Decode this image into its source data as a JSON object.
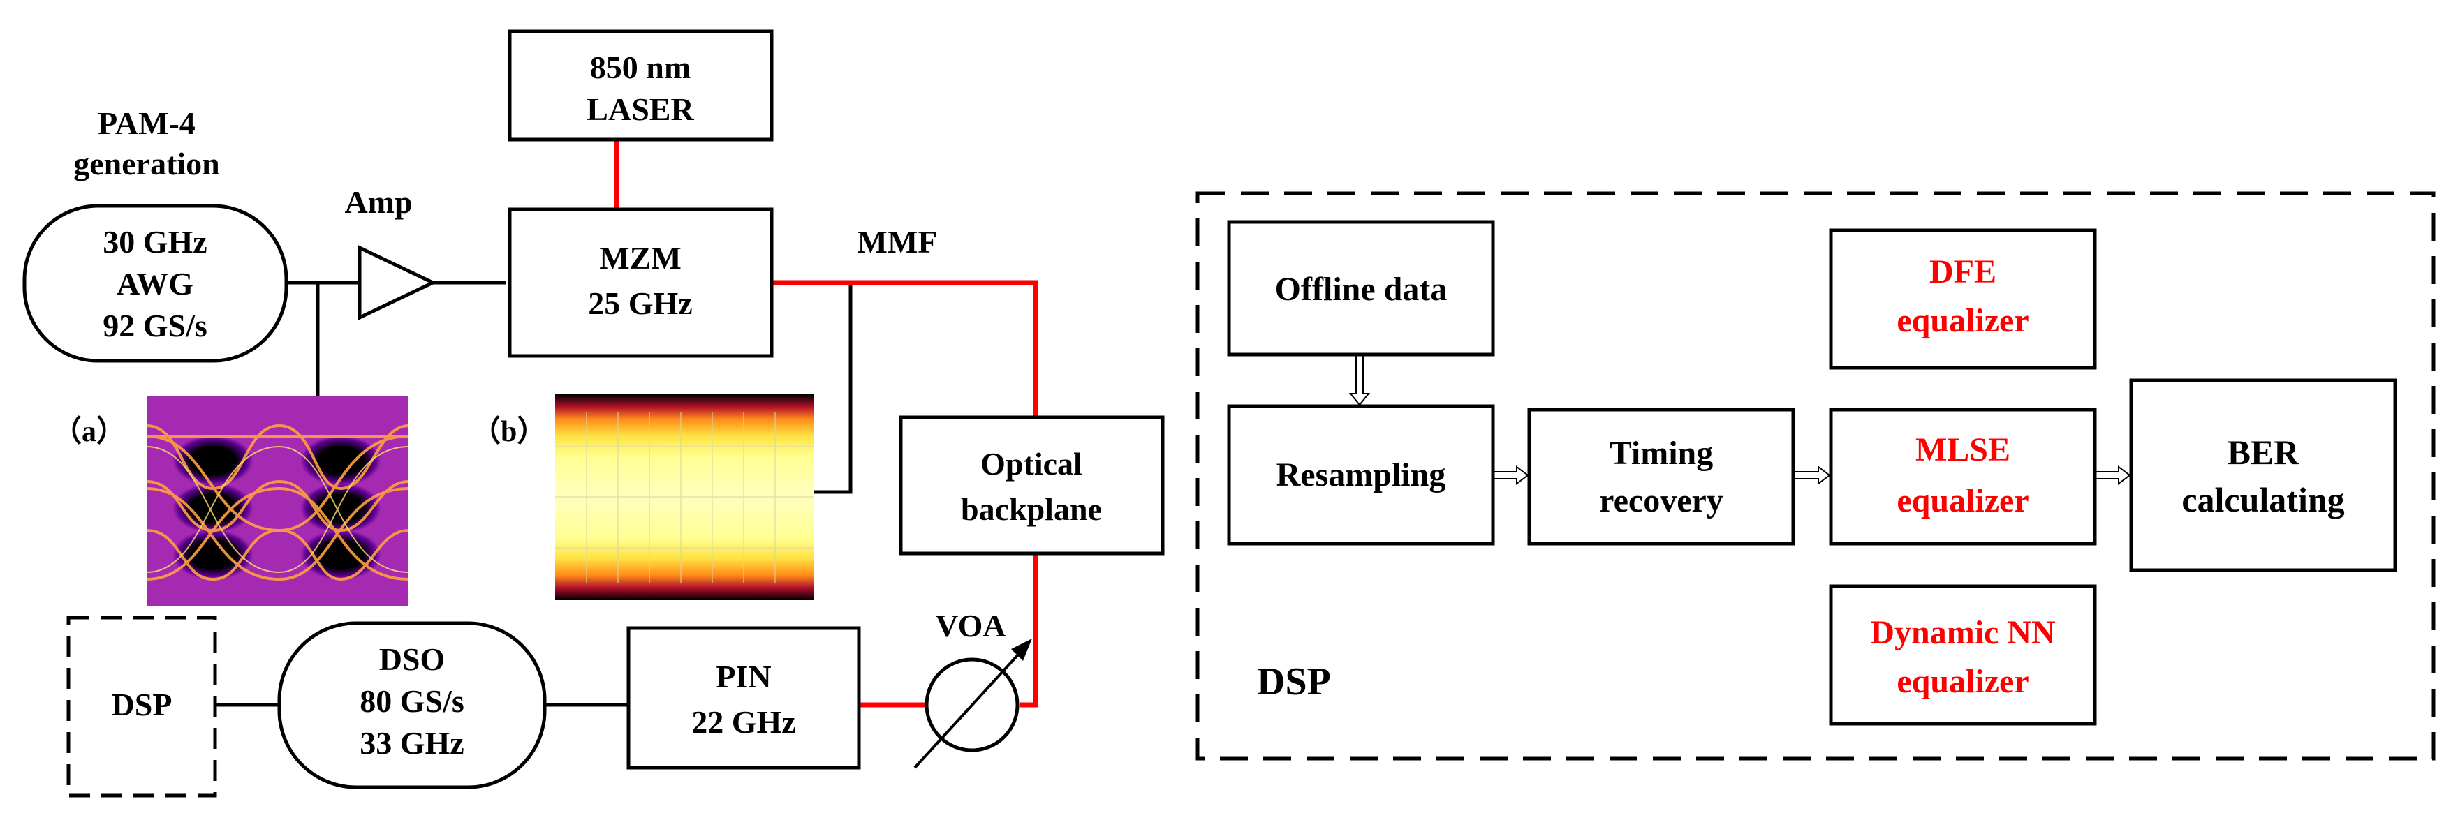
{
  "colors": {
    "stroke": "#000000",
    "optical_fiber": "#ff0000",
    "highlight_text": "#ff0000",
    "background": "#ffffff"
  },
  "labels": {
    "pam4_line1": "PAM-4",
    "pam4_line2": "generation",
    "amp": "Amp",
    "mmf": "MMF",
    "voa": "VOA",
    "eye_a": "（a）",
    "eye_b": "（b）",
    "dsp_region": "DSP"
  },
  "blocks": {
    "awg": [
      "30 GHz",
      "AWG",
      "92 GS/s"
    ],
    "laser": [
      "850 nm",
      "LASER"
    ],
    "mzm": [
      "MZM",
      "25 GHz"
    ],
    "optical_backplane": [
      "Optical",
      "backplane"
    ],
    "pin": [
      "PIN",
      "22 GHz"
    ],
    "dso": [
      "DSO",
      "80 GS/s",
      "33 GHz"
    ],
    "dsp_offline": [
      "DSP"
    ]
  },
  "dsp_flow": {
    "offline": [
      "Offline data"
    ],
    "resampling": [
      "Resampling"
    ],
    "timing": [
      "Timing",
      "recovery"
    ],
    "dfe": [
      "DFE",
      "equalizer"
    ],
    "mlse": [
      "MLSE",
      "equalizer"
    ],
    "nn": [
      "Dynamic NN",
      "equalizer"
    ],
    "ber": [
      "BER",
      "calculating"
    ]
  },
  "icons": {
    "amplifier": "triangle-amplifier-icon",
    "voa": "variable-attenuator-icon",
    "eye_a": "pam4-eye-diagram-icon",
    "eye_b": "optical-eye-diagram-icon"
  }
}
